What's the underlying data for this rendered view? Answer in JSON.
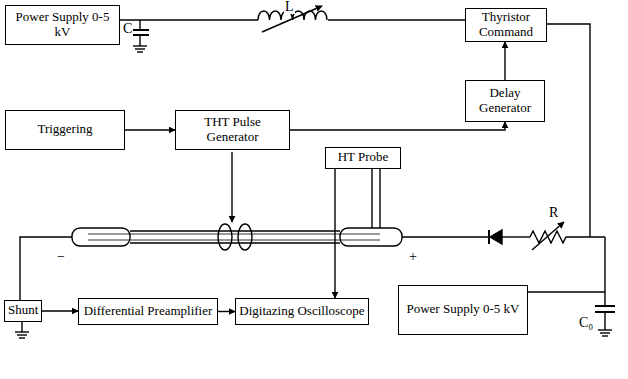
{
  "diagram": {
    "nodes": [
      {
        "text": [
          "Power Supply 0-5 kV"
        ]
      },
      {
        "text": [
          "Thyristor Command"
        ]
      },
      {
        "text": [
          "Delay Generator"
        ]
      },
      {
        "text": [
          "Triggering"
        ]
      },
      {
        "text": [
          "THT Pulse Generator"
        ]
      },
      {
        "text": [
          "HT Probe"
        ]
      },
      {
        "text": [
          "Shunt"
        ]
      },
      {
        "text": [
          "Differential Preamplifier"
        ]
      },
      {
        "text": [
          "Digitazing Oscilloscope"
        ]
      },
      {
        "text": [
          "Power Supply 0-5 kV"
        ]
      }
    ],
    "edges": [
      {
        "from": 0,
        "to": 1,
        "arrow": "none"
      },
      {
        "from": 2,
        "to": 1,
        "arrow": "to"
      },
      {
        "from": 3,
        "to": 4,
        "arrow": "to"
      },
      {
        "from": 4,
        "to": 2,
        "arrow": "to"
      },
      {
        "from": 5,
        "to": 8,
        "arrow": "to"
      },
      {
        "from": 6,
        "to": 7,
        "arrow": "to"
      },
      {
        "from": 7,
        "to": 8,
        "arrow": "to"
      }
    ],
    "labels": [
      "C",
      "L",
      "−",
      "+",
      "R",
      "C₀"
    ]
  }
}
